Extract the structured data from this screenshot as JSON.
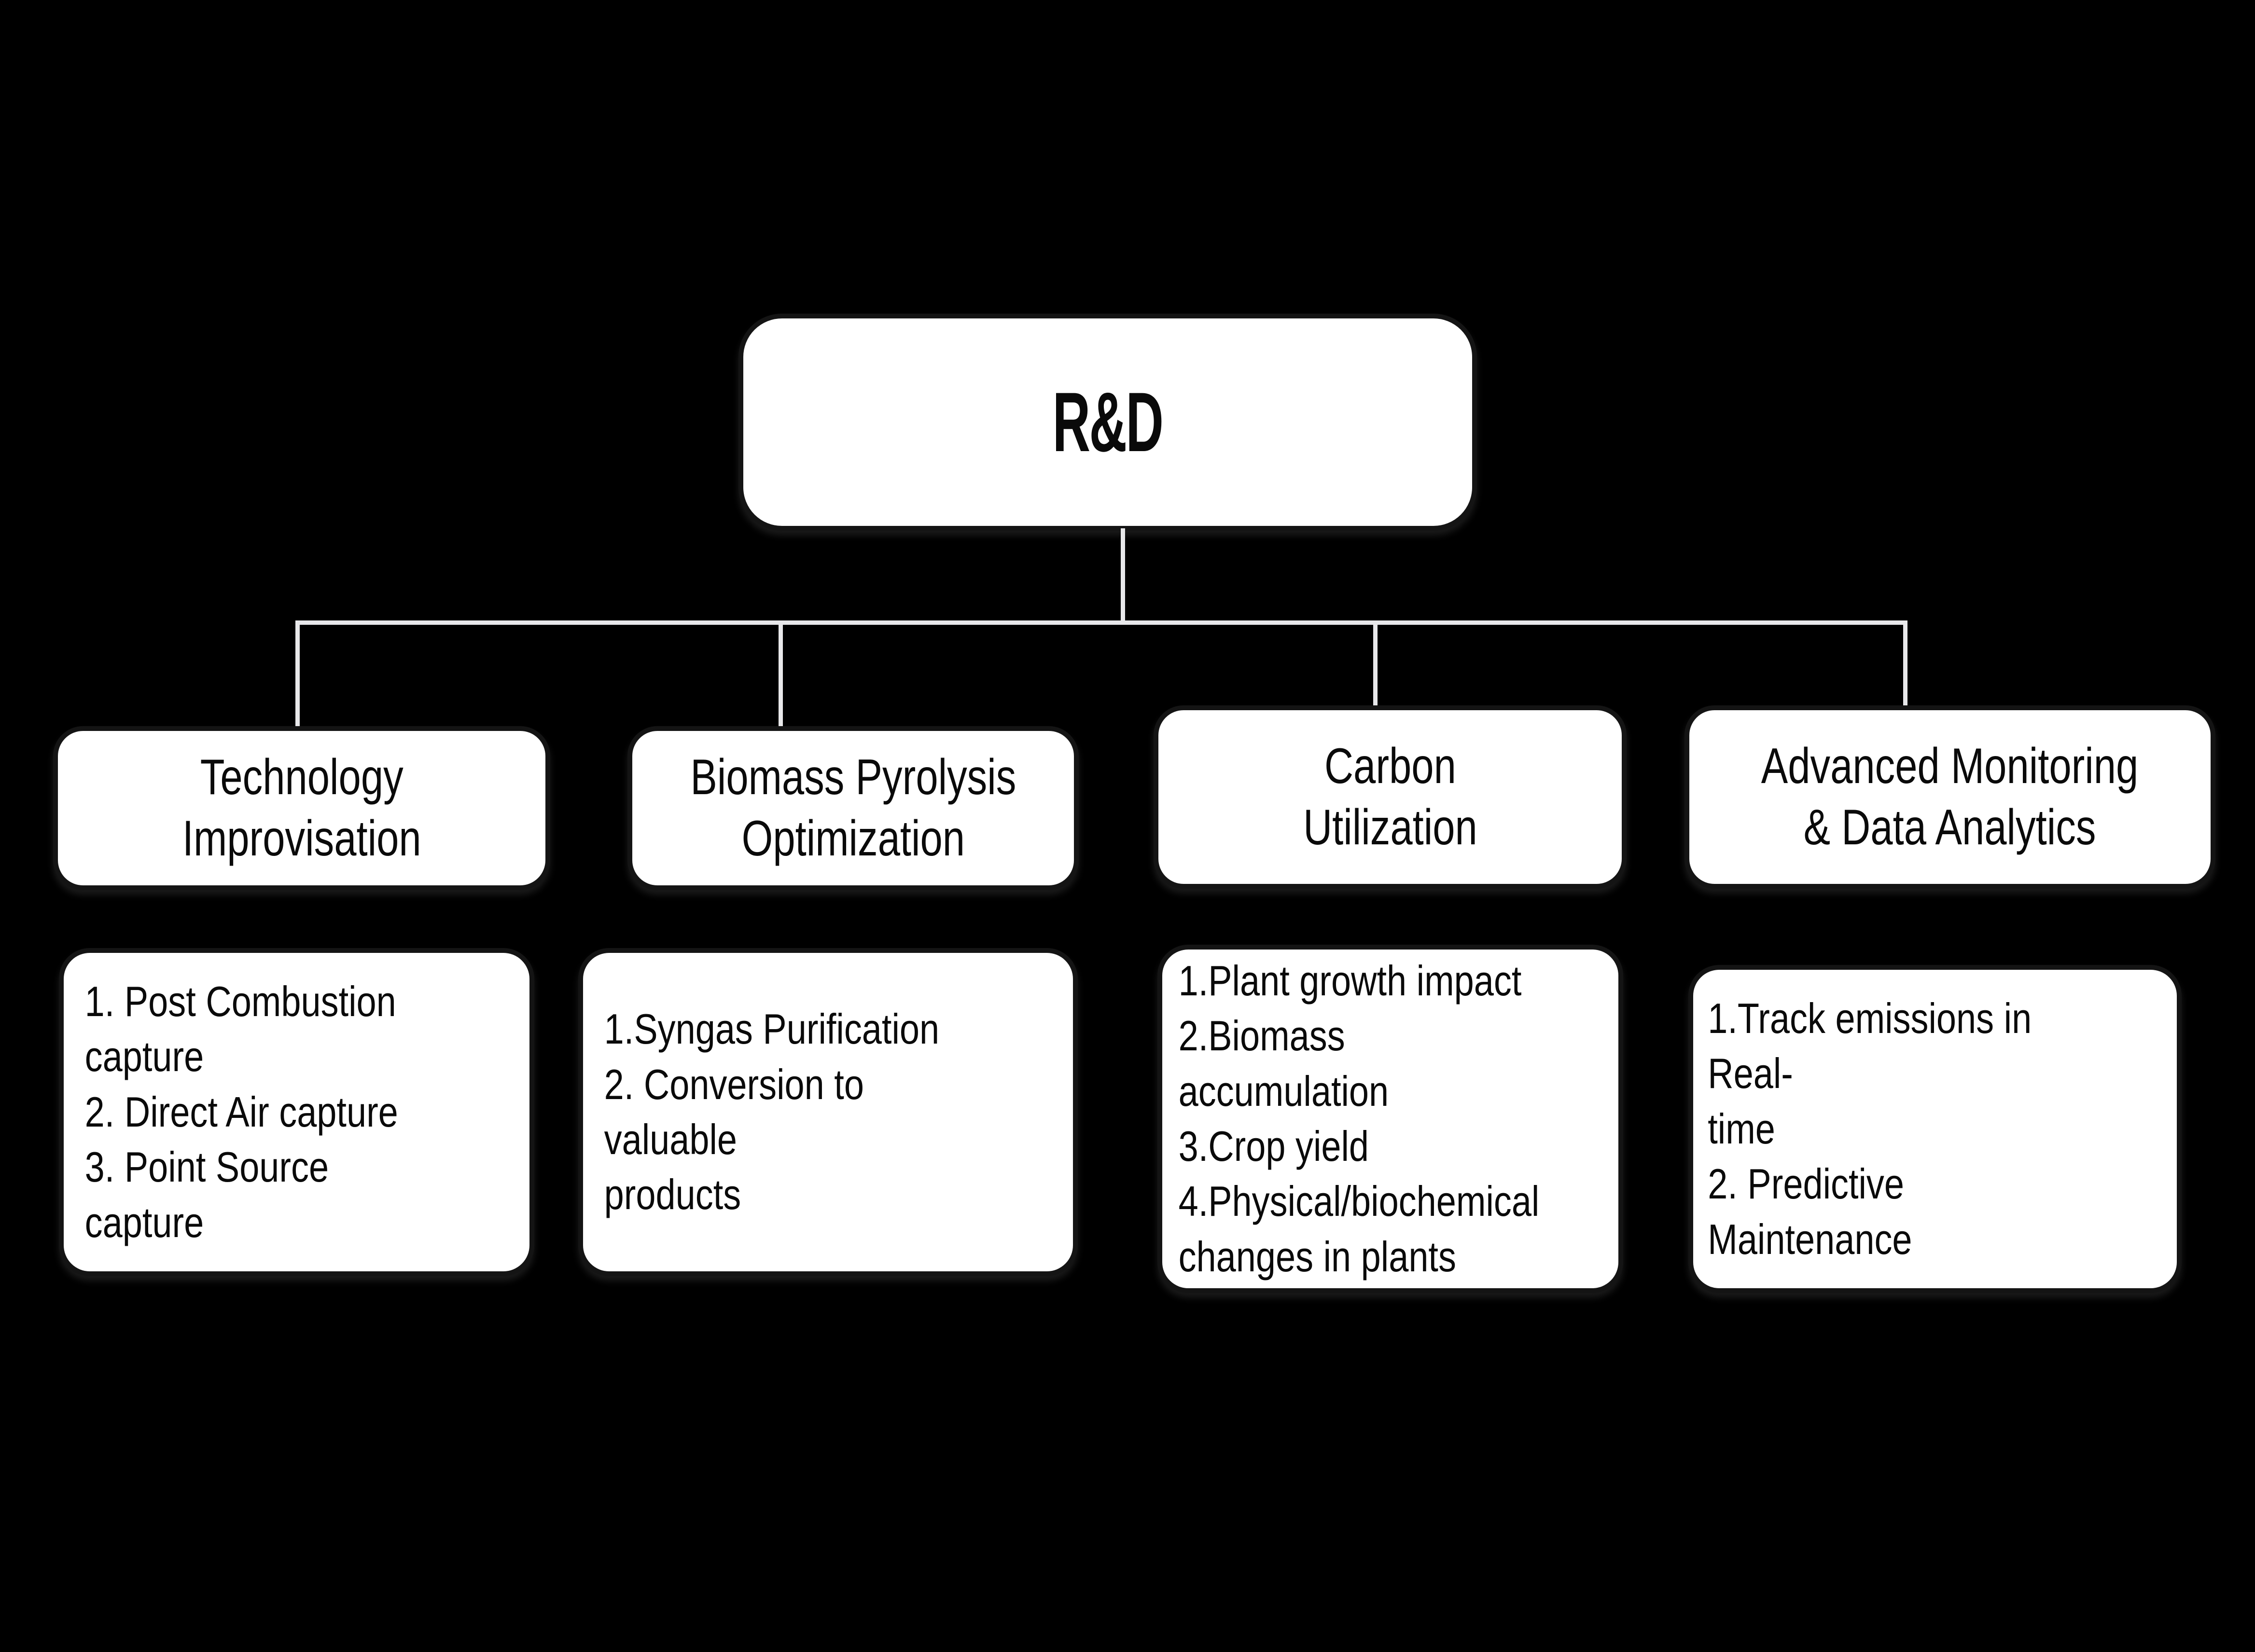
{
  "diagram": {
    "title": "R&D",
    "background_color": "#000000",
    "node_fill_color": "#ffffff",
    "node_border_color": "#141414",
    "connector_color": "#e8e8ea"
  },
  "root": {
    "label": "R&D"
  },
  "branches": [
    {
      "header": "Technology\nImprovisation",
      "items": [
        "1. Post Combustion\ncapture",
        "2. Direct Air capture",
        "3. Point Source capture"
      ]
    },
    {
      "header": "Biomass Pyrolysis\nOptimization",
      "items": [
        "1.Syngas Purification",
        "2. Conversion to valuable\nproducts"
      ]
    },
    {
      "header": "Carbon\nUtilization",
      "items": [
        "1.Plant growth impact",
        "2.Biomass accumulation",
        "3.Crop yield",
        "4.Physical/biochemical\n   changes in plants"
      ]
    },
    {
      "header": "Advanced Monitoring\n& Data Analytics",
      "items": [
        "1.Track emissions in Real-\ntime",
        "2. Predictive Maintenance"
      ]
    }
  ]
}
